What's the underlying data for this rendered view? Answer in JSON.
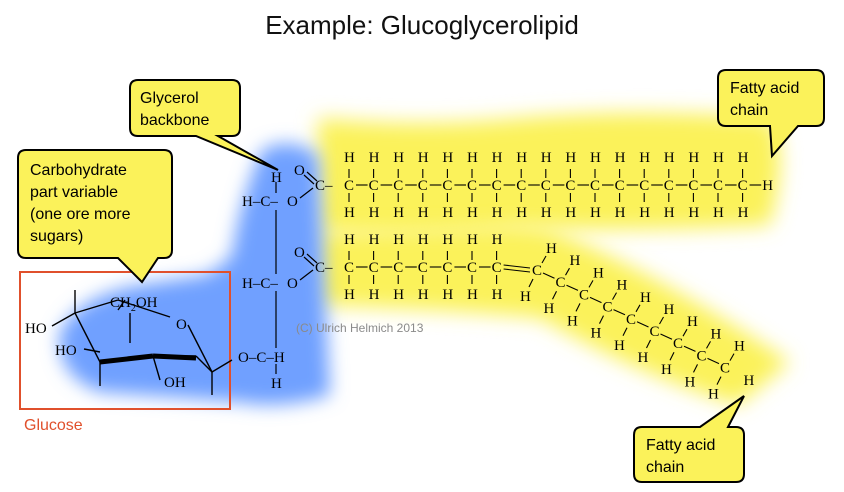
{
  "title": "Example: Glucoglycerolipid",
  "callouts": {
    "glycerol": [
      "Glycerol",
      "backbone"
    ],
    "carbohydrate": [
      "Carbohydrate",
      "part variable",
      "(one ore more",
      "sugars)"
    ],
    "fatty_top": [
      "Fatty acid",
      "chain"
    ],
    "fatty_bottom": [
      "Fatty acid",
      "chain"
    ]
  },
  "glucose_label": "Glucose",
  "copyright": "(C) Ulrich Helmich 2013",
  "sugar": {
    "ch2oh": "CH",
    "ch2oh_sub": "2",
    "ch2oh_end": "OH",
    "ho_left": "HO",
    "ho_mid": "HO",
    "oh_bottom": "OH",
    "ring_o": "O"
  },
  "atoms": {
    "H": "H",
    "C": "C",
    "O": "O",
    "Cdash": "C–",
    "HC": "H–C–",
    "OCH": "O–C–H"
  },
  "colors": {
    "blue": "#6fa0ff",
    "yellow": "#fbf25a",
    "callout_fill": "#fbf25a",
    "glucose_box": "#e0502c",
    "copyright": "#8a8a8a"
  },
  "chains": {
    "top_carbons": 17,
    "bottom_straight_carbons": 7,
    "bottom_diag_carbons": 9
  }
}
